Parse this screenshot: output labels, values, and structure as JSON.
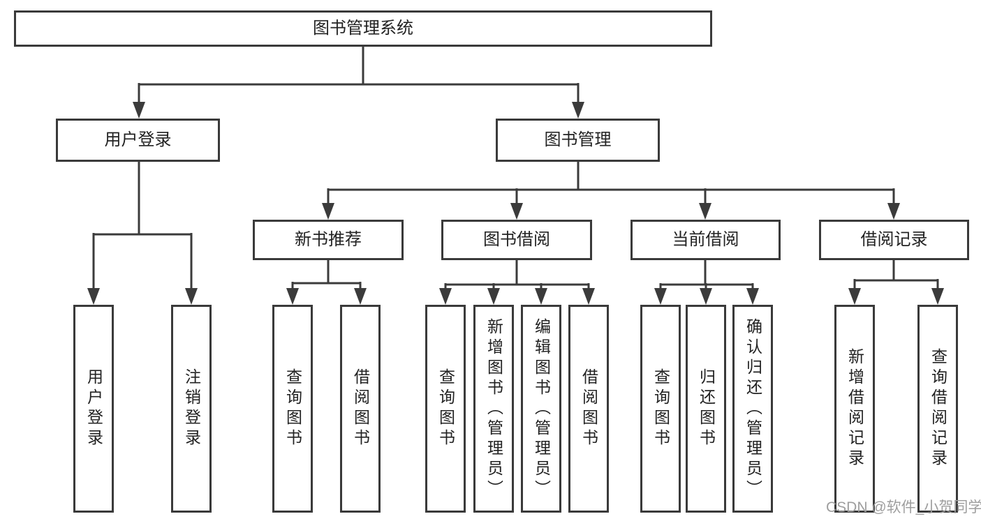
{
  "diagram": {
    "root": {
      "label": "图书管理系统"
    },
    "branches": [
      {
        "label": "用户登录",
        "children": [
          {
            "label": "用户登录"
          },
          {
            "label": "注销登录"
          }
        ]
      },
      {
        "label": "图书管理",
        "children": [
          {
            "label": "新书推荐",
            "children": [
              {
                "label": "查询图书"
              },
              {
                "label": "借阅图书"
              }
            ]
          },
          {
            "label": "图书借阅",
            "children": [
              {
                "label": "查询图书"
              },
              {
                "label": "新增图书（管理员）"
              },
              {
                "label": "编辑图书（管理员）"
              },
              {
                "label": "借阅图书"
              }
            ]
          },
          {
            "label": "当前借阅",
            "children": [
              {
                "label": "查询图书"
              },
              {
                "label": "归还图书"
              },
              {
                "label": "确认归还（管理员）"
              }
            ]
          },
          {
            "label": "借阅记录",
            "children": [
              {
                "label": "新增借阅记录"
              },
              {
                "label": "查询借阅记录"
              }
            ]
          }
        ]
      }
    ]
  },
  "watermark": {
    "text": "CSDN @软件_小贺同学"
  },
  "colors": {
    "line": "#3b3b3b",
    "box_border": "#3a3a3a",
    "text": "#222222",
    "watermark": "#9e9e9e",
    "background": "#ffffff"
  }
}
